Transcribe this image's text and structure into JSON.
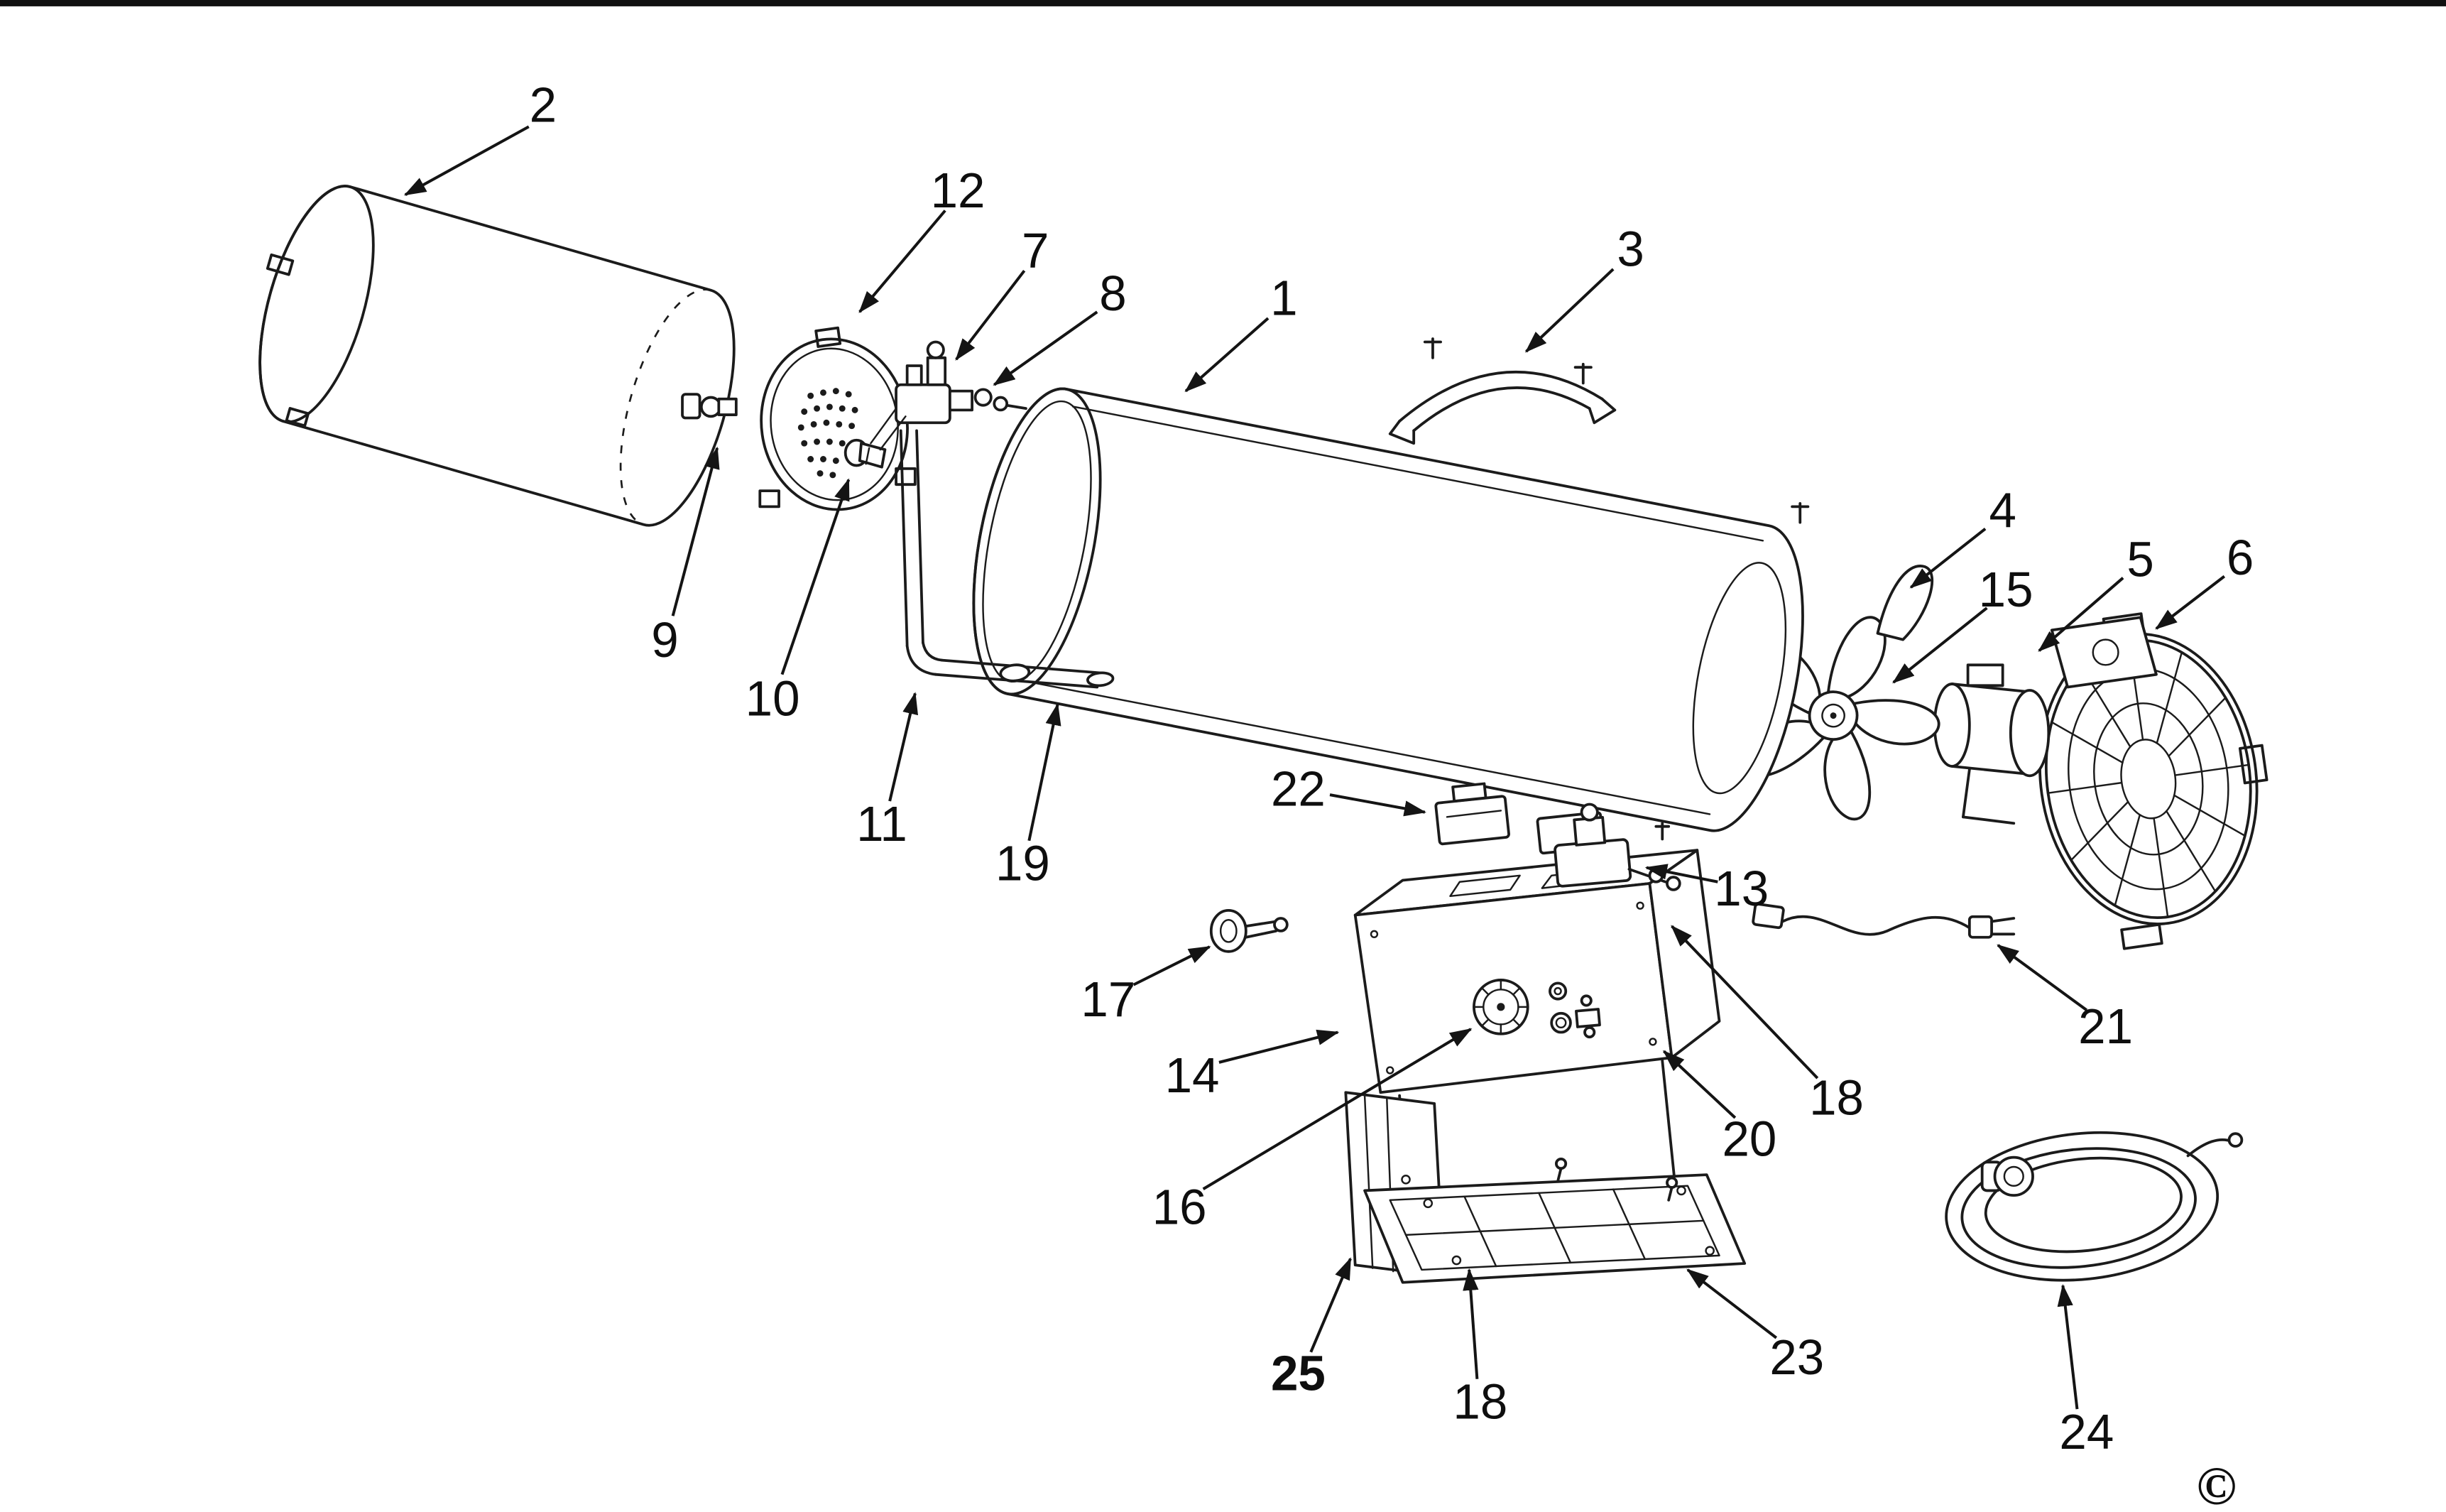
{
  "colors": {
    "line": "#1b1b1b",
    "background": "#ffffff"
  },
  "labels": [
    {
      "text": "2"
    },
    {
      "text": "12"
    },
    {
      "text": "7"
    },
    {
      "text": "8"
    },
    {
      "text": "1"
    },
    {
      "text": "3"
    },
    {
      "text": "4"
    },
    {
      "text": "15"
    },
    {
      "text": "5"
    },
    {
      "text": "6"
    },
    {
      "text": "9"
    },
    {
      "text": "10"
    },
    {
      "text": "11"
    },
    {
      "text": "19"
    },
    {
      "text": "22"
    },
    {
      "text": "13"
    },
    {
      "text": "17"
    },
    {
      "text": "14"
    },
    {
      "text": "16"
    },
    {
      "text": "18"
    },
    {
      "text": "20"
    },
    {
      "text": "21"
    },
    {
      "text": "23"
    },
    {
      "text": "25"
    },
    {
      "text": "18"
    },
    {
      "text": "24"
    },
    {
      "text": "©"
    }
  ]
}
